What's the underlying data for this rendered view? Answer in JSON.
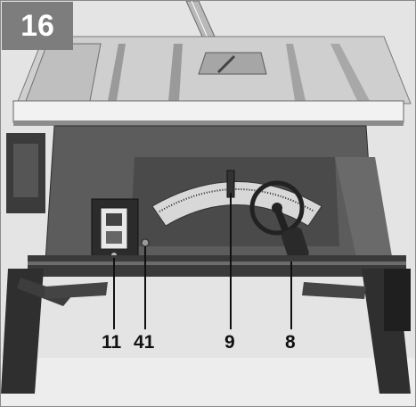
{
  "figure": {
    "number": "16",
    "callouts": [
      {
        "id": "c11",
        "label": "11"
      },
      {
        "id": "c41",
        "label": "41"
      },
      {
        "id": "c9",
        "label": "9"
      },
      {
        "id": "c8",
        "label": "8"
      }
    ]
  },
  "colors": {
    "badge": "#7d7d7d",
    "background": "#e6e6e6",
    "label": "#111111"
  },
  "icons": [
    "power-switch-icon",
    "handwheel-icon",
    "saw-blade-icon"
  ]
}
